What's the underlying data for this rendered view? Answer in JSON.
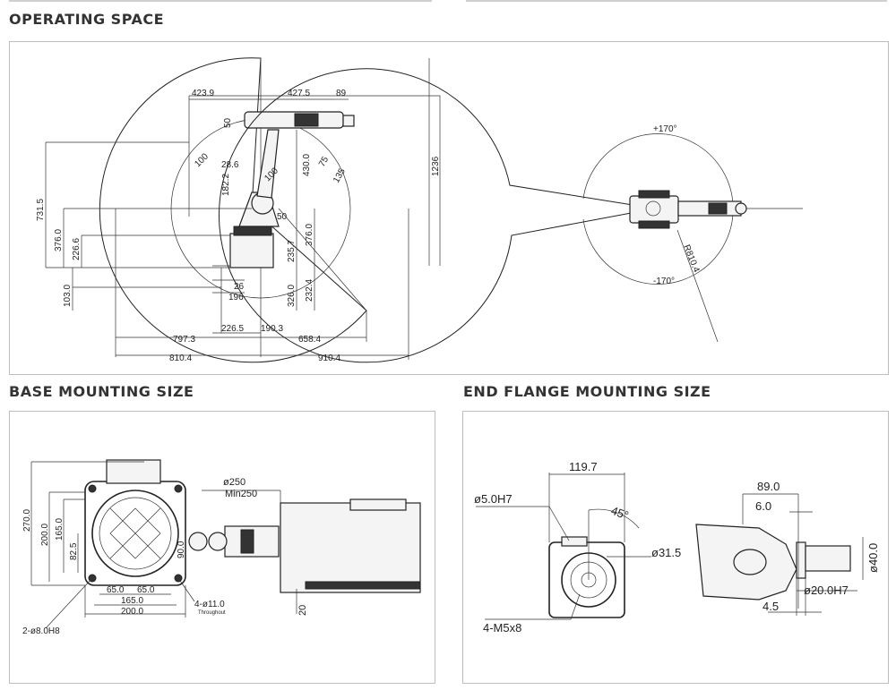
{
  "sections": {
    "operating_space": "OPERATING SPACE",
    "base_mounting": "BASE MOUNTING SIZE",
    "end_flange": "END FLANGE MOUNTING SIZE"
  },
  "operating_side": {
    "d_423_9": "423.9",
    "d_427_5": "427.5",
    "d_89": "89",
    "d_50_top": "50",
    "d_100": "100",
    "d_28_6": "28.6",
    "d_182_2": "182.2",
    "d_100_b": "100",
    "d_430_0": "430.0",
    "d_75": "75",
    "d_135": "135",
    "d_1236": "1236",
    "d_731_5": "731.5",
    "d_376_0_left": "376.0",
    "d_226_6": "226.6",
    "d_50_mid": "50",
    "d_235_7": "235.7",
    "d_376_0_right": "376.0",
    "d_326_0": "326.0",
    "d_232_4": "232.4",
    "d_103_0": "103.0",
    "d_26": "26",
    "d_196": "196",
    "d_797_3": "797.3",
    "d_226_5": "226.5",
    "d_190_3": "190.3",
    "d_658_4": "658.4",
    "d_810_4": "810.4",
    "d_910_4": "910.4"
  },
  "operating_top": {
    "angle_pos": "+170°",
    "angle_neg": "-170°",
    "radius": "R810.4"
  },
  "base": {
    "d_270": "270.0",
    "d_200_v": "200.0",
    "d_165_v": "165.0",
    "d_82_5": "82.5",
    "d_90": "90.0",
    "d_65_a": "65.0",
    "d_65_b": "65.0",
    "d_165_h": "165.0",
    "d_200_h": "200.0",
    "holes_4": "4-ø11.0",
    "through": "Throughout",
    "pins_2": "2-ø8.0H8",
    "dia_250": "ø250",
    "min_250": "Min250",
    "d_20": "20"
  },
  "flange": {
    "d_119_7": "119.7",
    "d_5_h7": "ø5.0H7",
    "d_45": "45°",
    "d_31_5": "ø31.5",
    "m5": "4-M5x8",
    "d_89": "89.0",
    "d_6": "6.0",
    "d_40": "ø40.0",
    "d_20_h7": "ø20.0H7",
    "d_4_5": "4.5"
  }
}
